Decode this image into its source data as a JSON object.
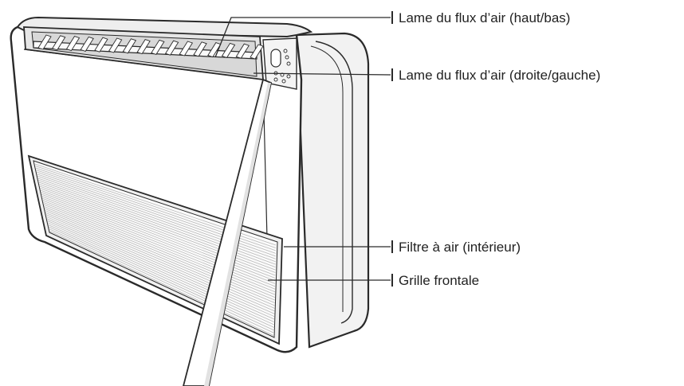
{
  "diagram": {
    "subject": "floor-console-air-conditioner-indoor-unit",
    "colors": {
      "outline": "#2a2a2a",
      "body": "#ffffff",
      "shade": "#e6e6e6",
      "light_shade": "#f2f2f2",
      "leader": "#2a2a2a",
      "text": "#222222"
    },
    "callouts": [
      {
        "id": "vertical-airflow-louver",
        "label": "Lame du flux d’air (haut/bas)"
      },
      {
        "id": "horizontal-airflow-louver",
        "label": "Lame du flux d’air (droite/gauche)"
      },
      {
        "id": "air-filter",
        "label": "Filtre à air (intérieur)"
      },
      {
        "id": "front-grille",
        "label": "Grille frontale"
      }
    ]
  }
}
